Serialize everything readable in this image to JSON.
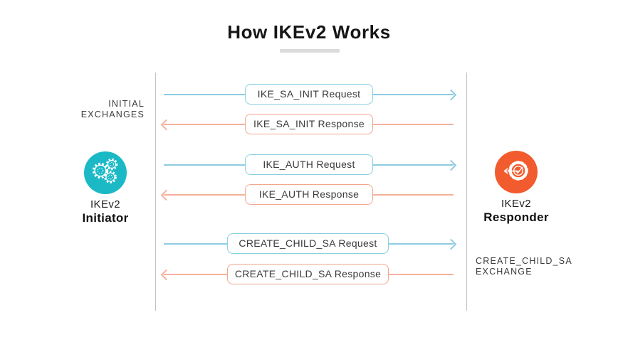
{
  "title": "How IKEv2 Works",
  "nodes": {
    "initiator": {
      "line1": "IKEv2",
      "line2": "Initiator",
      "icon": "gears-icon",
      "color": "#1bb9c6"
    },
    "responder": {
      "line1": "IKEv2",
      "line2": "Responder",
      "icon": "gear-check-arrow-icon",
      "color": "#f25b2d"
    }
  },
  "side_labels": {
    "initial_exchanges": {
      "line1": "INITIAL",
      "line2": "EXCHANGES"
    },
    "create_child_sa": {
      "line1": "CREATE_CHILD_SA",
      "line2": "EXCHANGE"
    }
  },
  "messages": [
    {
      "label": "IKE_SA_INIT Request",
      "direction": "initiator-to-responder",
      "color": "#8ecbe2"
    },
    {
      "label": "IKE_SA_INIT Response",
      "direction": "responder-to-initiator",
      "color": "#f6b19b"
    },
    {
      "label": "IKE_AUTH Request",
      "direction": "initiator-to-responder",
      "color": "#8ecbe2"
    },
    {
      "label": "IKE_AUTH Response",
      "direction": "responder-to-initiator",
      "color": "#f6b19b"
    },
    {
      "label": "CREATE_CHILD_SA Request",
      "direction": "initiator-to-responder",
      "color": "#8ecbe2"
    },
    {
      "label": "CREATE_CHILD_SA Response",
      "direction": "responder-to-initiator",
      "color": "#f6b19b"
    }
  ],
  "colors": {
    "request_line": "#8ecbe2",
    "response_line": "#f6b19b",
    "initiator_circle": "#1bb9c6",
    "responder_circle": "#f25b2d",
    "lifeline": "#c3c3c3",
    "title_underline": "#dcdcdc"
  }
}
